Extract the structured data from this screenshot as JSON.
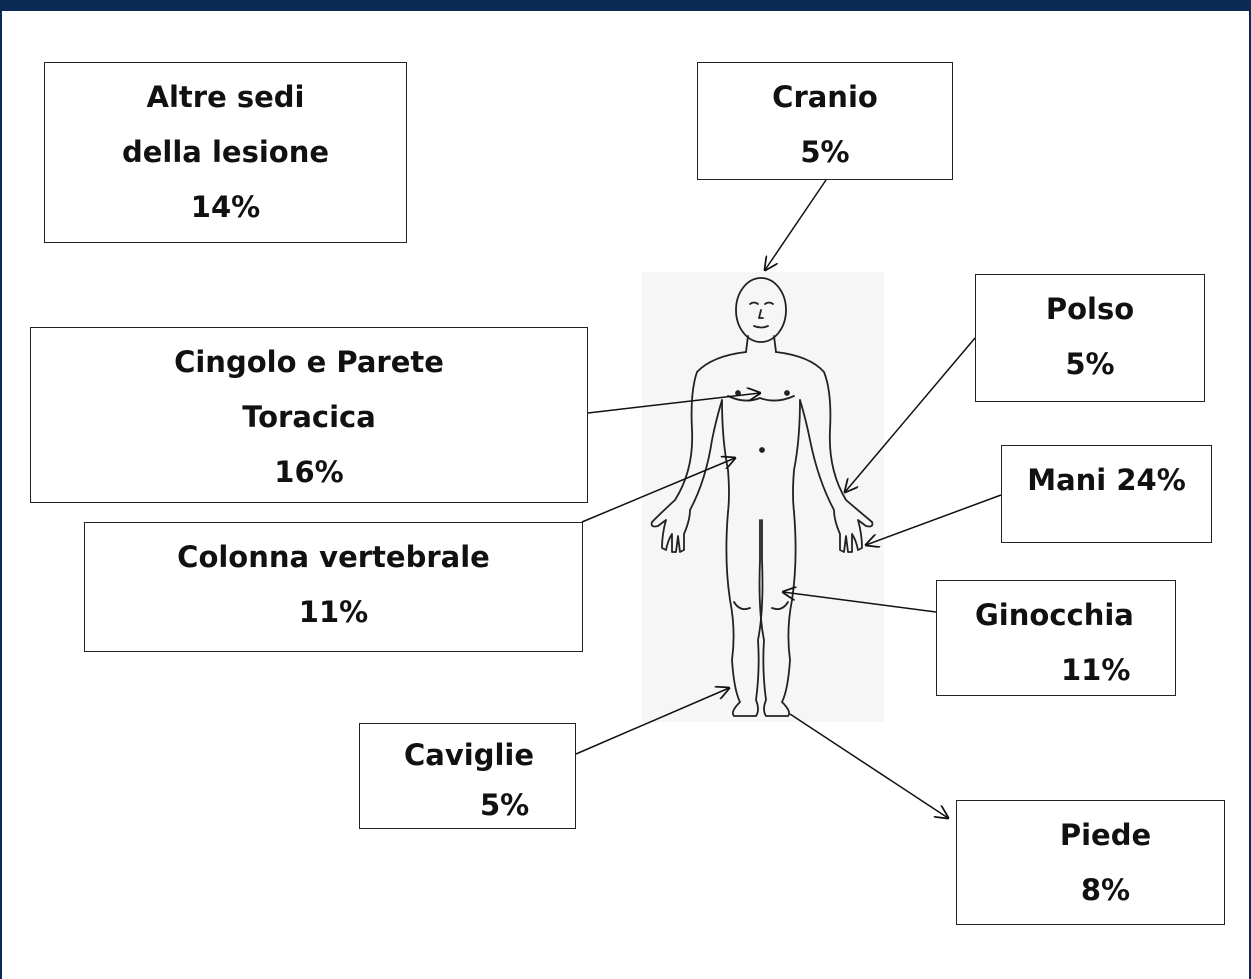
{
  "title": "",
  "labels": {
    "altre": [
      "Altre sedi",
      "della lesione",
      "14%"
    ],
    "cranio": [
      "Cranio",
      "5%"
    ],
    "polso": [
      "Polso",
      "5%"
    ],
    "cingolo": [
      "Cingolo e Parete",
      "Toracica",
      "16%"
    ],
    "mani": [
      "Mani 24%"
    ],
    "colonna": [
      "Colonna vertebrale",
      "11%"
    ],
    "ginocchia": [
      "Ginocchia",
      "11%"
    ],
    "caviglie": [
      "Caviglie",
      "5%"
    ],
    "piede": [
      "Piede",
      "8%"
    ]
  }
}
